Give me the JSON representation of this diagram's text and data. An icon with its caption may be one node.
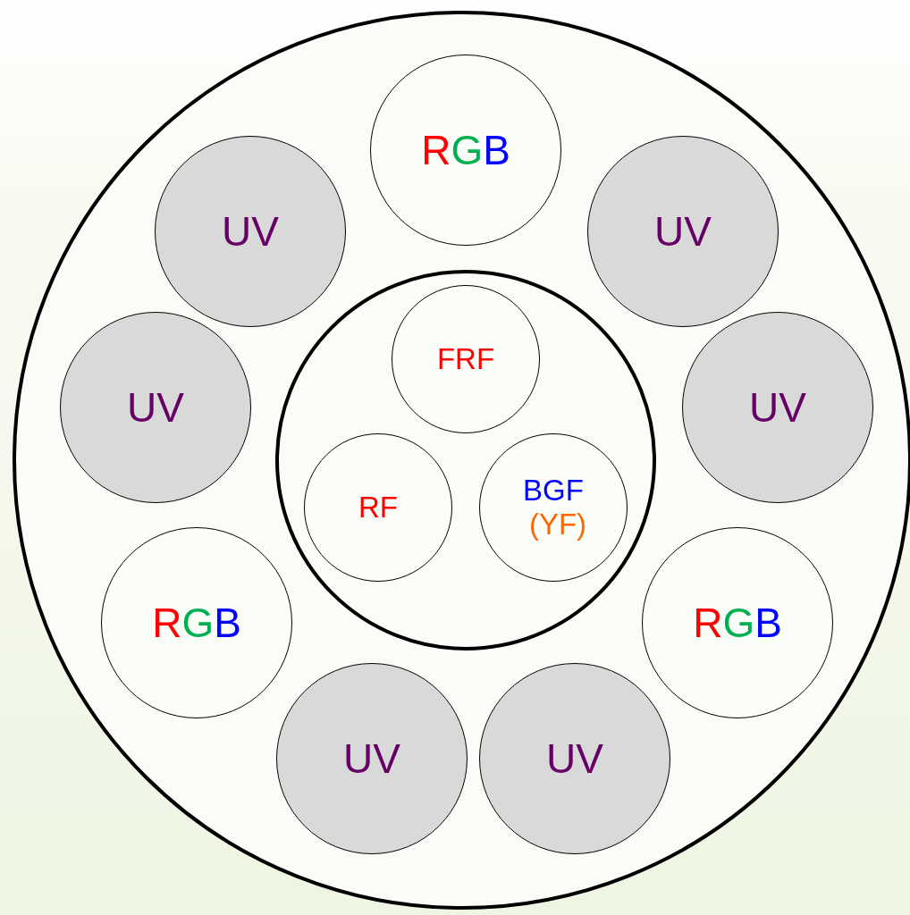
{
  "diagram": {
    "nodes": [
      {
        "text": [],
        "shape": "circle"
      },
      {
        "text": [
          "RGB"
        ],
        "in": 0
      },
      {
        "text": [
          "UV"
        ],
        "in": 0
      },
      {
        "text": [
          "UV"
        ],
        "in": 0
      },
      {
        "text": [
          "UV"
        ],
        "in": 0
      },
      {
        "text": [],
        "shape": "circle",
        "in": 0
      },
      {
        "text": [
          "FRF"
        ],
        "in": 5
      },
      {
        "text": [
          "RF"
        ],
        "in": 5
      },
      {
        "text": [
          "BGF",
          "(YF)"
        ],
        "in": 5
      },
      {
        "text": [
          "UV"
        ],
        "in": 0
      },
      {
        "text": [
          "RGB"
        ],
        "in": 0
      },
      {
        "text": [
          "RGB"
        ],
        "in": 0
      },
      {
        "text": [
          "UV"
        ],
        "in": 0
      },
      {
        "text": [
          "UV"
        ],
        "in": 0
      }
    ]
  }
}
